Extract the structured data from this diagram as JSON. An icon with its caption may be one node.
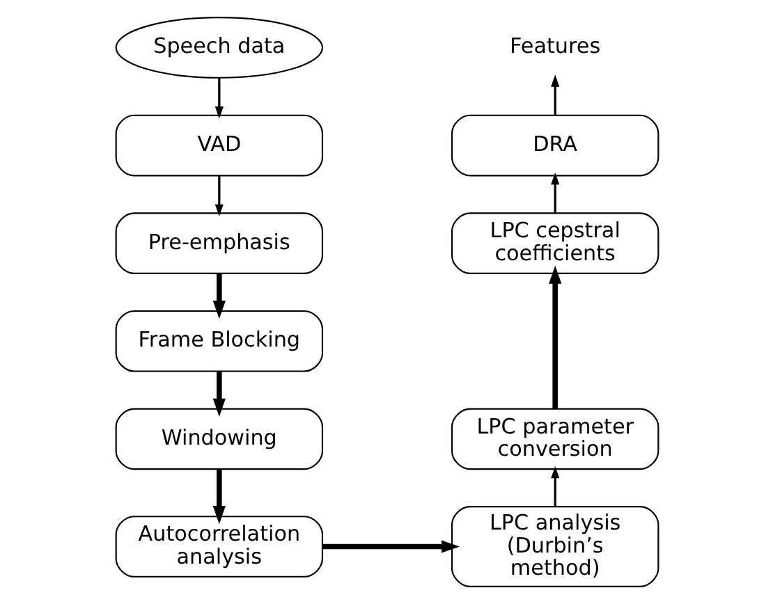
{
  "diagram": {
    "nodes": [
      {
        "text": [
          "Speech data"
        ]
      },
      {
        "text": [
          "VAD"
        ]
      },
      {
        "text": [
          "Pre-emphasis"
        ]
      },
      {
        "text": [
          "Frame Blocking"
        ]
      },
      {
        "text": [
          "Windowing"
        ]
      },
      {
        "text": [
          "Autocorrelation analysis"
        ]
      },
      {
        "text": [
          "LPC analysis (Durbin’s method)"
        ]
      },
      {
        "text": [
          "LPC parameter conversion"
        ]
      },
      {
        "text": [
          "LPC cepstral coefficients"
        ]
      },
      {
        "text": [
          "DRA"
        ]
      },
      {
        "text": [
          "Features"
        ]
      }
    ],
    "edges": [
      {
        "from": 0,
        "to": 1,
        "arrow": "to"
      },
      {
        "from": 1,
        "to": 2,
        "arrow": "to"
      },
      {
        "from": 2,
        "to": 3,
        "arrow": "to",
        "style": "thick"
      },
      {
        "from": 3,
        "to": 4,
        "arrow": "to",
        "style": "thick"
      },
      {
        "from": 4,
        "to": 5,
        "arrow": "to",
        "style": "thick"
      },
      {
        "from": 5,
        "to": 6,
        "arrow": "to",
        "style": "thick"
      },
      {
        "from": 6,
        "to": 7,
        "arrow": "to"
      },
      {
        "from": 7,
        "to": 8,
        "arrow": "to",
        "style": "thick"
      },
      {
        "from": 8,
        "to": 9,
        "arrow": "to"
      },
      {
        "from": 9,
        "to": 10,
        "arrow": "to"
      }
    ]
  }
}
